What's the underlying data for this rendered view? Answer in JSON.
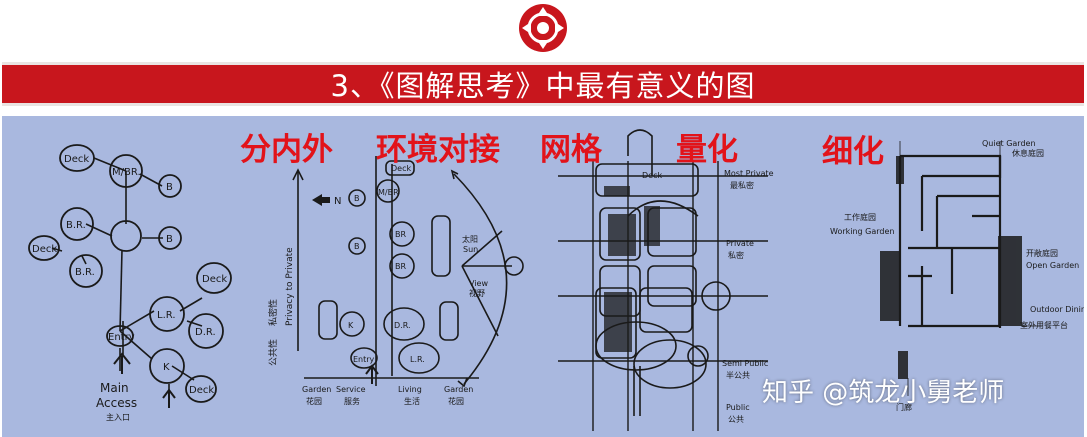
{
  "header": {
    "title": "3、《图解思考》中最有意义的图"
  },
  "labels": {
    "separate": "分内外",
    "environment": "环境对接",
    "grid": "网格",
    "quantify": "量化",
    "refine": "细化"
  },
  "bubble_diagram": {
    "deck1": "Deck",
    "mbr": "M/BR.",
    "b1": "B",
    "br1": "B.R.",
    "b2": "B",
    "deck2": "Deck",
    "br2": "B.R.",
    "deck3": "Deck",
    "lr": "L.R.",
    "entry": "Entry",
    "dr": "D.R.",
    "k": "K",
    "deck4": "Deck",
    "main_access_1": "Main",
    "main_access_2": "Access",
    "main_access_cn": "主入口"
  },
  "zoning_diagram": {
    "north": "N",
    "axis_label": "Privacy to Private",
    "private_cn": "私密性",
    "public_cn": "公共性",
    "deck": "Deck",
    "mbr": "M/BR",
    "b1": "B",
    "br1": "BR",
    "b2": "B",
    "br2": "BR",
    "k": "K",
    "dr": "D.R.",
    "lr": "L.R.",
    "entry": "Entry",
    "sun": "太阳",
    "sun_en": "Sun",
    "view": "View",
    "view_cn": "视野",
    "zones": [
      "Garden",
      "Service",
      "Living",
      "Garden"
    ],
    "zones_cn": [
      "花园",
      "服务",
      "生活",
      "花园"
    ]
  },
  "grid_diagram": {
    "deck": "Deck",
    "most_private": "Most Private",
    "most_private_cn": "最私密",
    "private": "Private",
    "private_cn": "私密",
    "semi_public": "Semi Public",
    "semi_public_cn": "半公共",
    "public": "Public",
    "public_cn": "公共"
  },
  "plan_drawing": {
    "quiet_garden": "Quiet Garden",
    "quiet_garden_cn": "休息庭园",
    "working_garden_cn": "工作庭园",
    "working_garden": "Working Garden",
    "open_garden_cn": "开敞庭园",
    "open_garden": "Open Garden",
    "outdoor_dining": "Outdoor Dining",
    "outdoor_dining_cn": "室外用餐平台",
    "gate_cn": "门廊"
  },
  "watermark": "知乎 @筑龙小舅老师",
  "colors": {
    "banner": "#c8161d",
    "background": "#a9b8df",
    "label_red": "#e2131a"
  }
}
